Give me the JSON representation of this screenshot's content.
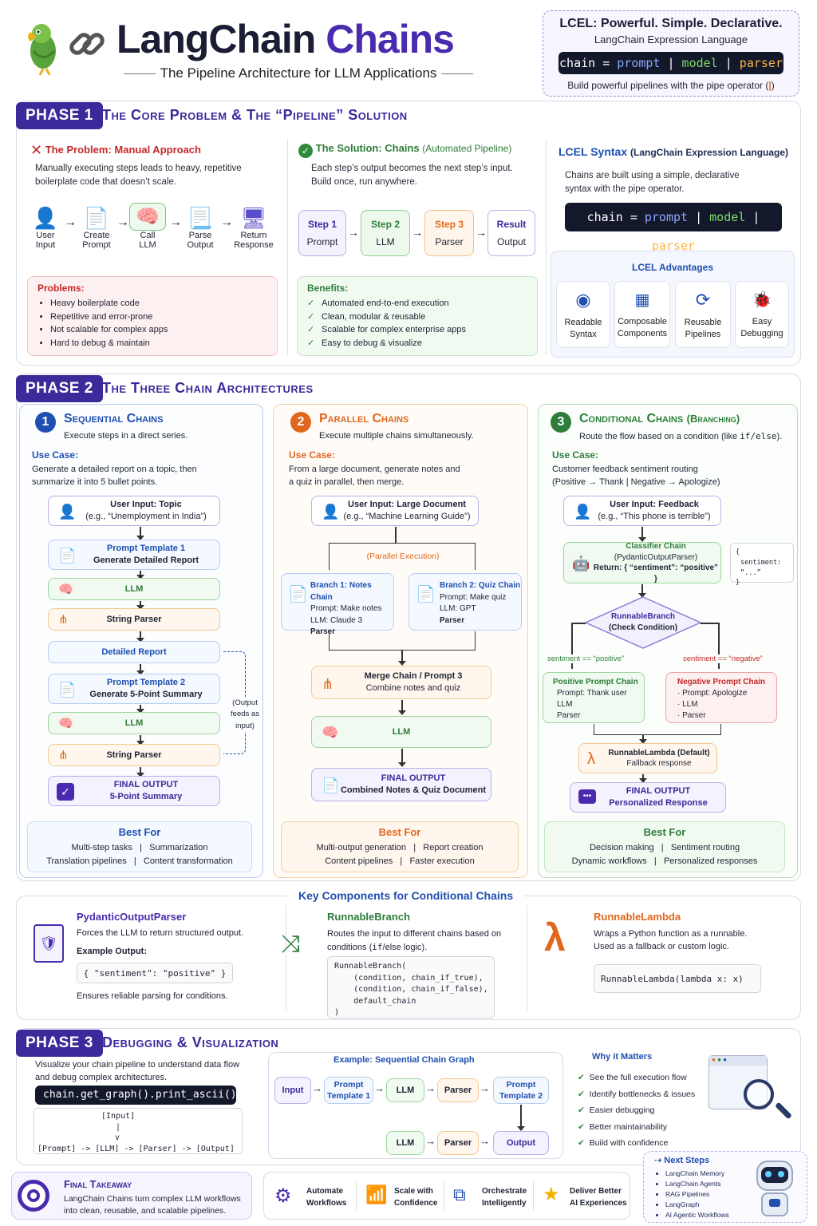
{
  "header": {
    "title_a": "LangChain",
    "title_b": "Chains",
    "subtitle": "The Pipeline Architecture for LLM Applications"
  },
  "lcel_box": {
    "title": "LCEL:  Powerful. Simple. Declarative.",
    "sub": "LangChain Expression Language",
    "code": [
      "chain",
      "=",
      "prompt",
      "|",
      "model",
      "|",
      "parser"
    ],
    "foot_a": "Build powerful pipelines with the pipe operator (",
    "foot_pipe": "|",
    "foot_b": ")"
  },
  "phase1": {
    "badge": "PHASE 1",
    "title": "The Core Problem & The “Pipeline” Solution",
    "problem": {
      "heading": "The Problem: Manual Approach",
      "desc": "Manually executing steps leads to heavy, repetitive boilerplate code that doesn’t scale.",
      "steps": [
        {
          "l1": "User",
          "l2": "Input"
        },
        {
          "l1": "Create",
          "l2": "Prompt"
        },
        {
          "l1": "Call",
          "l2": "LLM"
        },
        {
          "l1": "Parse",
          "l2": "Output"
        },
        {
          "l1": "Return",
          "l2": "Response"
        }
      ],
      "box_title": "Problems:",
      "items": [
        "Heavy boilerplate code",
        "Repetitive and error-prone",
        "Not scalable for complex apps",
        "Hard to debug & maintain"
      ]
    },
    "solution": {
      "heading": "The Solution: Chains",
      "heading_sub": "(Automated Pipeline)",
      "desc": "Each step’s output becomes the next step’s input. Build once, run anywhere.",
      "steps": [
        {
          "l1": "Step 1",
          "l2": "Prompt"
        },
        {
          "l1": "Step 2",
          "l2": "LLM"
        },
        {
          "l1": "Step 3",
          "l2": "Parser"
        },
        {
          "l1": "Result",
          "l2": "Output"
        }
      ],
      "box_title": "Benefits:",
      "items": [
        "Automated end-to-end execution",
        "Clean, modular & reusable",
        "Scalable for complex enterprise apps",
        "Easy to debug & visualize"
      ]
    },
    "lcel": {
      "heading": "LCEL Syntax",
      "heading_sub": "(LangChain Expression Language)",
      "desc": "Chains are built using a simple, declarative syntax with the pipe operator.",
      "adv_title": "LCEL Advantages",
      "advantages": [
        {
          "l1": "Readable",
          "l2": "Syntax"
        },
        {
          "l1": "Composable",
          "l2": "Components"
        },
        {
          "l1": "Reusable",
          "l2": "Pipelines"
        },
        {
          "l1": "Easy",
          "l2": "Debugging"
        }
      ]
    }
  },
  "phase2": {
    "badge": "PHASE 2",
    "title": "The Three Chain Architectures",
    "seq": {
      "num": "1",
      "title": "Sequential Chains",
      "desc": "Execute steps in a direct series.",
      "usecase_label": "Use Case:",
      "usecase": "Generate a detailed report on a topic, then summarize it into 5 bullet points.",
      "input_l1": "User Input: Topic",
      "input_l2": "(e.g., “Unemployment in India”)",
      "pt1_l1": "Prompt Template 1",
      "pt1_l2": "Generate Detailed Report",
      "llm": "LLM",
      "parser": "String Parser",
      "report": "Detailed Report",
      "pt2_l1": "Prompt Template 2",
      "pt2_l2": "Generate 5-Point Summary",
      "feeds": "(Output feeds as input)",
      "final_l1": "FINAL OUTPUT",
      "final_l2": "5-Point Summary",
      "best_title": "Best For",
      "best": [
        "Multi-step tasks",
        "Summarization",
        "Translation pipelines",
        "Content transformation"
      ]
    },
    "par": {
      "num": "2",
      "title": "Parallel Chains",
      "desc": "Execute multiple chains simultaneously.",
      "usecase_label": "Use Case:",
      "usecase": "From a large document, generate notes and a quiz in parallel, then merge.",
      "input_l1": "User Input: Large Document",
      "input_l2": "(e.g., “Machine Learning Guide”)",
      "parallel": "(Parallel Execution)",
      "b1": {
        "title": "Branch 1: Notes Chain",
        "l2": "Prompt: Make notes",
        "l3": "LLM: Claude 3",
        "l4": "Parser"
      },
      "b2": {
        "title": "Branch 2: Quiz Chain",
        "l2": "Prompt: Make quiz",
        "l3": "LLM: GPT",
        "l4": "Parser"
      },
      "merge_l1": "Merge Chain / Prompt 3",
      "merge_l2": "Combine notes and quiz",
      "llm": "LLM",
      "final_l1": "FINAL OUTPUT",
      "final_l2": "Combined Notes & Quiz Document",
      "best_title": "Best For",
      "best": [
        "Multi-output generation",
        "Report creation",
        "Content pipelines",
        "Faster execution"
      ]
    },
    "cond": {
      "num": "3",
      "title": "Conditional Chains",
      "title_sub": "(Branching)",
      "desc_a": "Route the flow based on a condition (like ",
      "desc_code": "if/else",
      "desc_b": ").",
      "usecase_label": "Use Case:",
      "usecase_a": "Customer feedback sentiment routing",
      "usecase_b": "(Positive → Thank  |  Negative → Apologize)",
      "input_l1": "User Input: Feedback",
      "input_l2": "(e.g., “This phone is terrible”)",
      "cls_l1": "Classifier Chain",
      "cls_l2": "(PydanticOutputParser)",
      "cls_l3": "Return: { “sentiment”: “positive” }",
      "json_l1": "{",
      "json_l2": "sentiment: “...”",
      "json_l3": "}",
      "rb_l1": "RunnableBranch",
      "rb_l2": "(Check Condition)",
      "pos_label": "sentiment == “positive”",
      "neg_label": "sentiment == “negative”",
      "pos": {
        "title": "Positive Prompt Chain",
        "l2": "Prompt: Thank user",
        "l3": "LLM",
        "l4": "Parser"
      },
      "neg": {
        "title": "Negative Prompt Chain",
        "l2": "· Prompt: Apologize",
        "l3": "· LLM",
        "l4": "· Parser"
      },
      "lambda_l1": "RunnableLambda (Default)",
      "lambda_l2": "Fallback response",
      "final_l1": "FINAL OUTPUT",
      "final_l2": "Personalized Response",
      "best_title": "Best For",
      "best": [
        "Decision making",
        "Sentiment routing",
        "Dynamic workflows",
        "Personalized responses"
      ]
    }
  },
  "keycomp": {
    "title": "Key Components for Conditional Chains",
    "pyd": {
      "title": "PydanticOutputParser",
      "desc": "Forces the LLM to return structured output.",
      "ex_label": "Example Output:",
      "code": "{ \"sentiment\": \"positive\" }",
      "foot": "Ensures reliable parsing for conditions."
    },
    "rb": {
      "title": "RunnableBranch",
      "desc_a": "Routes the input to different chains based on conditions (",
      "desc_code": "if",
      "desc_b": "/else logic).",
      "code": [
        "RunnableBranch(",
        "    (condition, chain_if_true),",
        "    (condition, chain_if_false),",
        "    default_chain",
        ")"
      ]
    },
    "rl": {
      "title": "RunnableLambda",
      "desc": "Wraps a Python function as a runnable. Used as a fallback or custom logic.",
      "code": "RunnableLambda(lambda x: x)"
    }
  },
  "phase3": {
    "badge": "PHASE 3",
    "title": "Debugging & Visualization",
    "desc": "Visualize your chain pipeline to understand data flow and debug complex architectures.",
    "code": "chain.get_graph().print_ascii()",
    "ascii": [
      "[Input]",
      "|",
      "v",
      "[Prompt]  ->  [LLM]  ->  [Parser]  ->  [Output]"
    ],
    "graph_title": "Example: Sequential Chain Graph",
    "g_input": "Input",
    "g_pt1_l1": "Prompt",
    "g_pt1_l2": "Template 1",
    "g_llm": "LLM",
    "g_parser": "Parser",
    "g_pt2_l1": "Prompt",
    "g_pt2_l2": "Template 2",
    "g_llm2": "LLM",
    "g_parser2": "Parser",
    "g_output": "Output",
    "why_title": "Why it Matters",
    "why": [
      "See the full execution flow",
      "Identify bottlenecks & issues",
      "Easier debugging",
      "Better maintainability",
      "Build with confidence"
    ]
  },
  "footer": {
    "takeaway_title": "Final Takeaway",
    "takeaway": "LangChain Chains turn complex LLM workflows into clean, reusable, and scalable pipelines.",
    "items": [
      {
        "l1": "Automate",
        "l2": "Workflows"
      },
      {
        "l1": "Scale with",
        "l2": "Confidence"
      },
      {
        "l1": "Orchestrate",
        "l2": "Intelligently"
      },
      {
        "l1": "Deliver Better",
        "l2": "AI Experiences"
      }
    ],
    "next_title": "Next Steps",
    "next": [
      "LangChain Memory",
      "LangChain Agents",
      "RAG Pipelines",
      "LangGraph",
      "AI Agentic Workflows"
    ]
  },
  "colors": {
    "purple": "#3a2a9a",
    "blue": "#1f4fb0",
    "orange": "#e0671d",
    "green": "#2e7d3a",
    "red": "#c62828"
  }
}
